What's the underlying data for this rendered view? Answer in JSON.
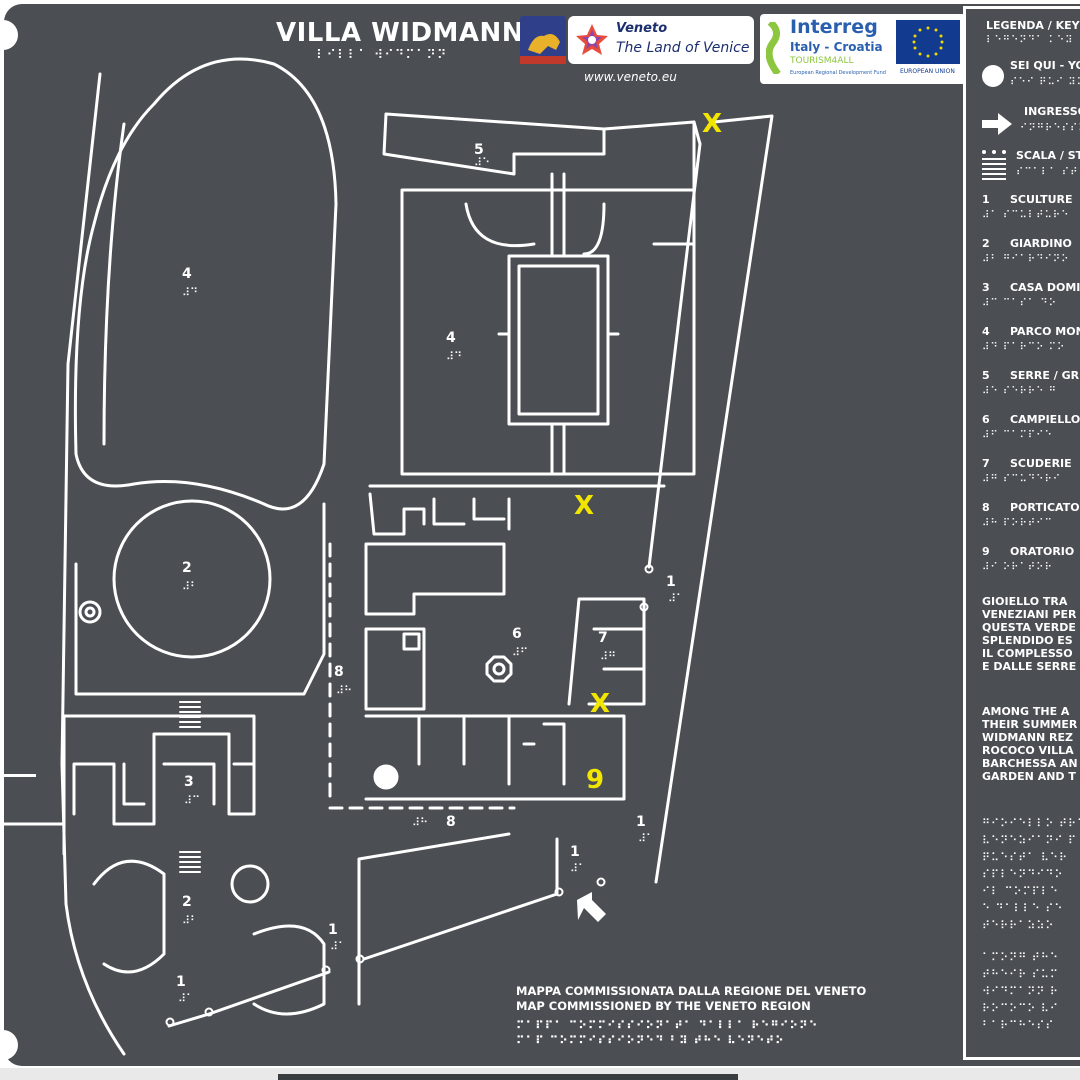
{
  "header": {
    "title": "VILLA WIDMANN",
    "title_braille": "⠇⠊⠇⠇⠁ ⠺⠊⠙⠍⠁⠝⠝",
    "veneto_title": "Veneto",
    "veneto_subtitle": "The Land of Venice",
    "veneto_url": "www.veneto.eu",
    "interreg_title": "Interreg",
    "interreg_subtitle": "Italy - Croatia",
    "interreg_project": "TOURISM4ALL",
    "interreg_fund": "European Regional Development Fund",
    "eu_label": "EUROPEAN UNION"
  },
  "legend": {
    "heading": "LEGENDA / KEY",
    "heading_braille": "⠇⠑⠛⠑⠝⠙⠁ ⠅⠑⠽",
    "symbols": [
      {
        "label": "SEI QUI - YOU ARE HERE",
        "braille": "⠎⠑⠊ ⠟⠥⠊ ⠽⠕⠥",
        "icon": "dot-icon"
      },
      {
        "label": "INGRESSO / ENTRANCE",
        "braille": "⠊⠝⠛⠗⠑⠎⠎⠕",
        "icon": "arrow-icon"
      },
      {
        "label": "SCALA / STAIRS",
        "braille": "⠎⠉⠁⠇⠁ ⠎⠞",
        "icon": "stairs-icon"
      }
    ],
    "items": [
      {
        "number": "1",
        "label": "SCULTURE",
        "braille": "⠼⠁ ⠎⠉⠥⠇⠞⠥⠗⠑"
      },
      {
        "number": "2",
        "label": "GIARDINO",
        "braille": "⠼⠃ ⠛⠊⠁⠗⠙⠊⠝⠕"
      },
      {
        "number": "3",
        "label": "CASA DOMINICALE",
        "braille": "⠼⠉ ⠉⠁⠎⠁ ⠙⠕"
      },
      {
        "number": "4",
        "label": "PARCO MONUMENTALE",
        "braille": "⠼⠙ ⠏⠁⠗⠉⠕ ⠍⠕"
      },
      {
        "number": "5",
        "label": "SERRE / GREENHOUSES",
        "braille": "⠼⠑ ⠎⠑⠗⠗⠑ ⠛"
      },
      {
        "number": "6",
        "label": "CAMPIELLO",
        "braille": "⠼⠋ ⠉⠁⠍⠏⠊⠑"
      },
      {
        "number": "7",
        "label": "SCUDERIE",
        "braille": "⠼⠛ ⠎⠉⠥⠙⠑⠗⠊"
      },
      {
        "number": "8",
        "label": "PORTICATO",
        "braille": "⠼⠓ ⠏⠕⠗⠞⠊⠉"
      },
      {
        "number": "9",
        "label": "ORATORIO",
        "braille": "⠼⠊ ⠕⠗⠁⠞⠕⠗"
      }
    ],
    "desc_it": "GIOIELLO TRA\nVENEZIANI PER\nQUESTA VERDE\nSPLENDIDO ES\nIL COMPLESSO\nE DALLE SERRE",
    "desc_en": "AMONG THE A\nTHEIR SUMMER\nWIDMANN REZ\nROCOCO VILLA\nBARCHESSA AN\nGARDEN AND T",
    "braille_block_1": [
      "⠛⠊⠕⠊⠑⠇⠇⠕ ⠞⠗⠁",
      "⠧⠑⠝⠑⠵⠊⠁⠝⠊ ⠏",
      "⠟⠥⠑⠎⠞⠁ ⠧⠑⠗",
      "⠎⠏⠇⠑⠝⠙⠊⠙⠕",
      "⠊⠇ ⠉⠕⠍⠏⠇⠑",
      "⠑ ⠙⠁⠇⠇⠑ ⠎⠑",
      "⠞⠑⠗⠗⠁⠵⠵⠕"
    ],
    "braille_block_2": [
      "⠁⠍⠕⠝⠛ ⠞⠓⠑",
      "⠞⠓⠑⠊⠗ ⠎⠥⠍",
      "⠺⠊⠙⠍⠁⠝⠝ ⠗",
      "⠗⠕⠉⠕⠉⠕ ⠧⠊",
      "⠃⠁⠗⠉⠓⠑⠎⠎"
    ]
  },
  "commission": {
    "line_it": "MAPPA COMMISSIONATA DALLA REGIONE DEL VENETO",
    "line_en": "MAP COMMISSIONED BY THE VENETO REGION",
    "braille_it": "⠍⠁⠏⠏⠁ ⠉⠕⠍⠍⠊⠎⠎⠊⠕⠝⠁⠞⠁ ⠙⠁⠇⠇⠁ ⠗⠑⠛⠊⠕⠝⠑",
    "braille_en": "⠍⠁⠏ ⠉⠕⠍⠍⠊⠎⠎⠊⠕⠝⠑⠙ ⠃⠽ ⠞⠓⠑ ⠧⠑⠝⠑⠞⠕"
  },
  "map": {
    "labels": [
      {
        "text": "5",
        "braille": "⠼⠑",
        "role": "serre"
      },
      {
        "text": "4",
        "braille": "⠼⠙",
        "role": "parco-west"
      },
      {
        "text": "4",
        "braille": "⠼⠙",
        "role": "parco-court"
      },
      {
        "text": "2",
        "braille": "⠼⠃",
        "role": "giardino-circle"
      },
      {
        "text": "2",
        "braille": "⠼⠃",
        "role": "giardino-south"
      },
      {
        "text": "3",
        "braille": "⠼⠉",
        "role": "casa"
      },
      {
        "text": "6",
        "braille": "⠼⠋",
        "role": "campiello"
      },
      {
        "text": "7",
        "braille": "⠼⠛",
        "role": "scuderie"
      },
      {
        "text": "8",
        "braille": "⠼⠓",
        "role": "porticato-west"
      },
      {
        "text": "8",
        "braille": "⠼⠓",
        "role": "porticato-south"
      },
      {
        "text": "1",
        "braille": "⠼⠁",
        "role": "sculpture-east"
      },
      {
        "text": "1",
        "braille": "⠼⠁",
        "role": "sculpture-southeast"
      },
      {
        "text": "1",
        "braille": "⠼⠁",
        "role": "sculpture-entrance"
      },
      {
        "text": "1",
        "braille": "⠼⠁",
        "role": "sculpture-south"
      },
      {
        "text": "1",
        "braille": "⠼⠁",
        "role": "sculpture-southwest"
      }
    ],
    "highlight_9": "9",
    "x_markers": [
      "X",
      "X",
      "X"
    ],
    "highlight_color": "#f2e600",
    "board_color": "#4b4f53"
  }
}
